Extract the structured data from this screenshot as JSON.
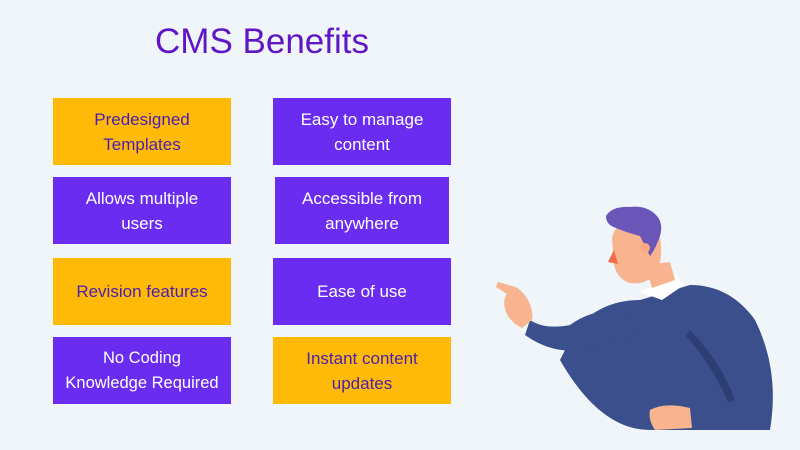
{
  "title": "CMS Benefits",
  "colors": {
    "background": "#eff5f8",
    "title": "#5f16c6",
    "yellow": "#ffba08",
    "purple": "#6a2cf0"
  },
  "benefits": [
    {
      "label": "Predesigned\nTemplates",
      "style": "yellow"
    },
    {
      "label": "Easy to manage\ncontent",
      "style": "purple"
    },
    {
      "label": "Allows multiple\nusers",
      "style": "purple"
    },
    {
      "label": "Accessible from\nanywhere",
      "style": "purple"
    },
    {
      "label": "Revision features",
      "style": "yellow"
    },
    {
      "label": "Ease of use",
      "style": "purple"
    },
    {
      "label": "No Coding\nKnowledge Required",
      "style": "purple"
    },
    {
      "label": "Instant content\nupdates",
      "style": "yellow"
    }
  ],
  "illustration": {
    "icon": "pointing-man-illustration"
  }
}
